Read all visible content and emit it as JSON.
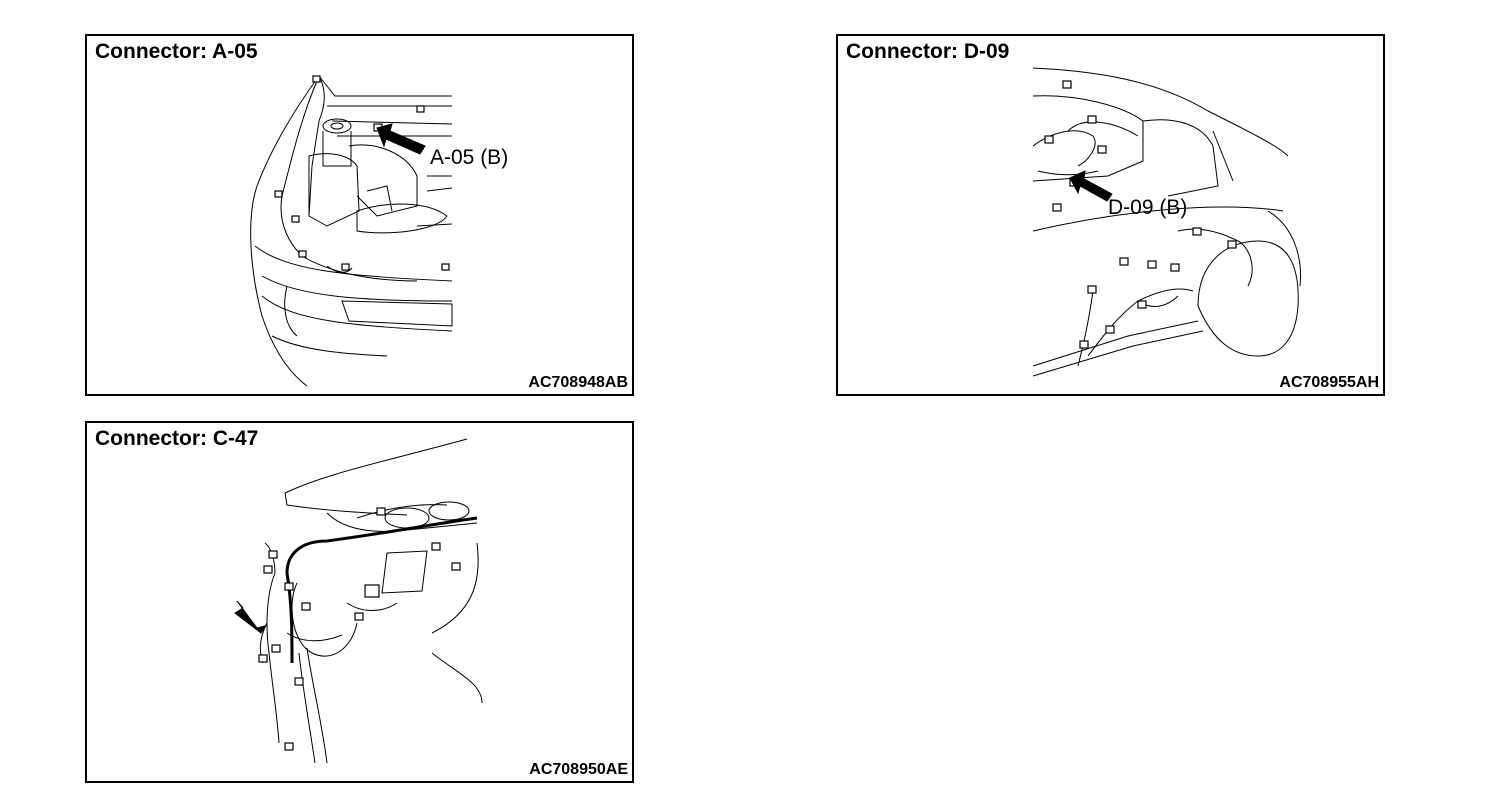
{
  "panels": [
    {
      "title": "Connector: A-05",
      "callout": "A-05 (B)",
      "code": "AC708948AB"
    },
    {
      "title": "Connector: D-09",
      "callout": "D-09 (B)",
      "code": "AC708955AH"
    },
    {
      "title": "Connector: C-47",
      "code": "AC708950AE"
    }
  ],
  "colors": {
    "line": "#000000",
    "background": "#ffffff"
  }
}
